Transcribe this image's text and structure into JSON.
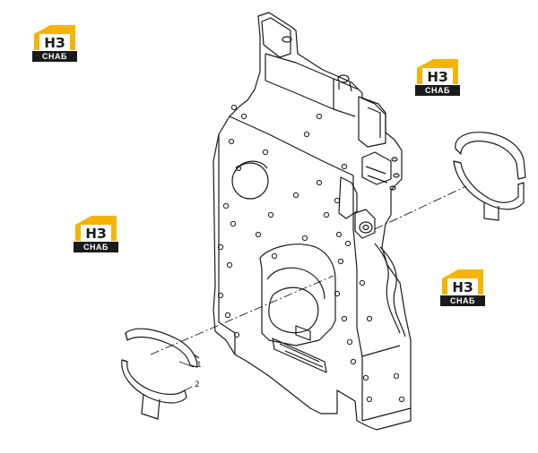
{
  "diagram": {
    "callouts": [
      {
        "id": "1",
        "label": "1"
      },
      {
        "id": "2",
        "label": "2"
      }
    ]
  },
  "watermark": {
    "logo_letters": "НЗ",
    "logo_caption": "СНАБ",
    "colors": {
      "accent": "#f5b400",
      "dark": "#1a1a1a"
    }
  },
  "colors": {
    "line": "#1a1a1a",
    "background": "#ffffff"
  }
}
